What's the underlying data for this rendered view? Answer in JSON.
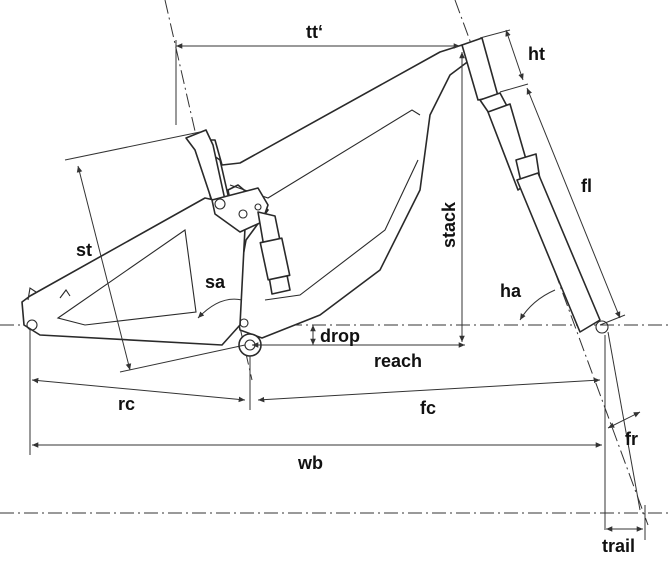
{
  "labels": {
    "tt": "tt‘",
    "ht": "ht",
    "fl": "fl",
    "st": "st",
    "sa": "sa",
    "stack": "stack",
    "ha": "ha",
    "drop": "drop",
    "reach": "reach",
    "rc": "rc",
    "fc": "fc",
    "fr": "fr",
    "wb": "wb",
    "trail": "trail"
  },
  "colors": {
    "line": "#2a2a2a",
    "text": "#111111",
    "background": "#ffffff"
  }
}
